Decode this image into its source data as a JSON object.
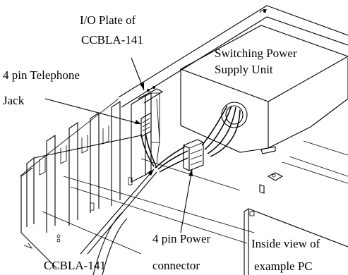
{
  "labels": {
    "io_plate_line1": "I/O Plate of",
    "io_plate_line2": "CCBLA-141",
    "psu_line1": "Switching  Power",
    "psu_line2": "Supply Unit",
    "jack_line1": "4 pin Telephone",
    "jack_line2": "Jack",
    "power_conn_line1": "4 pin Power",
    "power_conn_line2": "connector",
    "inside_view_line1": "Inside view of",
    "inside_view_line2": "example PC",
    "card_label": "CCBLA-141"
  }
}
